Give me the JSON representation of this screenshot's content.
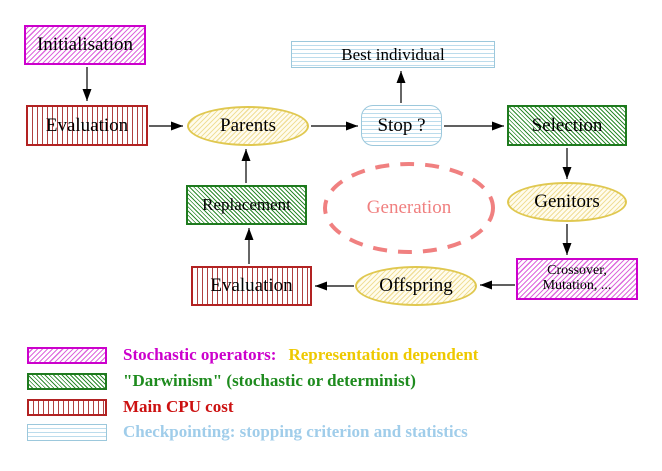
{
  "nodes": {
    "initialisation": "Initialisation",
    "evaluation_top": "Evaluation",
    "parents": "Parents",
    "best_individual": "Best individual",
    "stop": "Stop ?",
    "selection": "Selection",
    "genitors": "Genitors",
    "crossover_line1": "Crossover,",
    "crossover_line2": "Mutation, ...",
    "offspring": "Offspring",
    "evaluation_bottom": "Evaluation",
    "replacement": "Replacement",
    "generation": "Generation"
  },
  "legend": {
    "rows": [
      {
        "swatch": "magenta-diagonal-hatch",
        "label_primary": "Stochastic operators:",
        "label_secondary": "Representation dependent"
      },
      {
        "swatch": "green-diagonal-hatch",
        "label": "\"Darwinism\" (stochastic or determinist)"
      },
      {
        "swatch": "red-vertical-lines",
        "label": "Main CPU cost"
      },
      {
        "swatch": "cyan-horizontal-lines",
        "label": "Checkpointing: stopping criterion and statistics"
      }
    ]
  },
  "colors": {
    "stochastic_magenta": "#cc00cc",
    "representation_yellow": "#eec900",
    "darwinism_green": "#1e8b1e",
    "cpu_red": "#cc1111",
    "checkpointing_blue": "#a0cdea",
    "yellow_node_border": "#e0c850",
    "generation_salmon": "#f08080",
    "arrow_black": "#000000"
  }
}
